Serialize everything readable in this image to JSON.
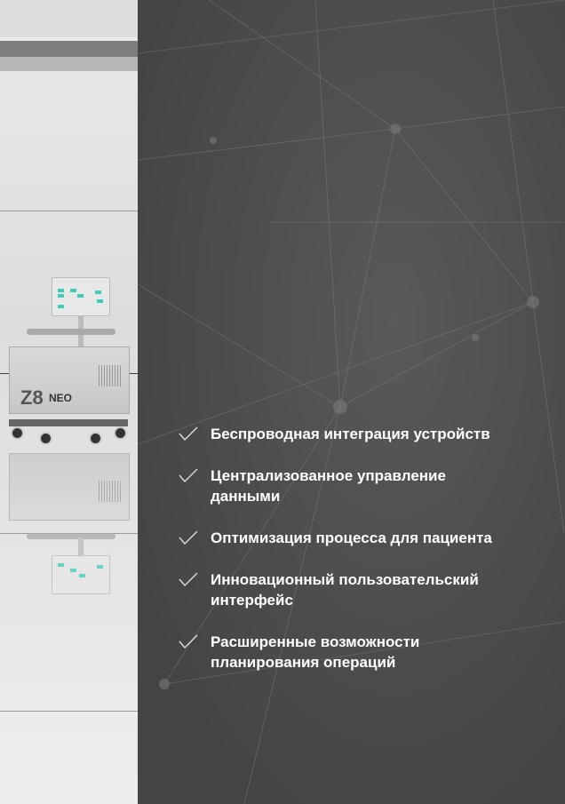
{
  "product": {
    "brand_logo": "Z8",
    "model_logo": "NEO"
  },
  "features": [
    {
      "icon": "check-icon",
      "lines": [
        "Беспроводная интеграция устройств"
      ]
    },
    {
      "icon": "check-icon",
      "lines": [
        "Централизованное управление",
        "данными"
      ]
    },
    {
      "icon": "check-icon",
      "lines": [
        "Оптимизация процесса для пациента"
      ]
    },
    {
      "icon": "check-icon",
      "lines": [
        "Инновационный пользовательский",
        "интерфейс"
      ]
    },
    {
      "icon": "check-icon",
      "lines": [
        "Расширенные возможности",
        "планирования операций"
      ]
    }
  ],
  "colors": {
    "panel": "#4b4b4d",
    "text": "#ffffff",
    "accent": "#3ccfb8"
  }
}
